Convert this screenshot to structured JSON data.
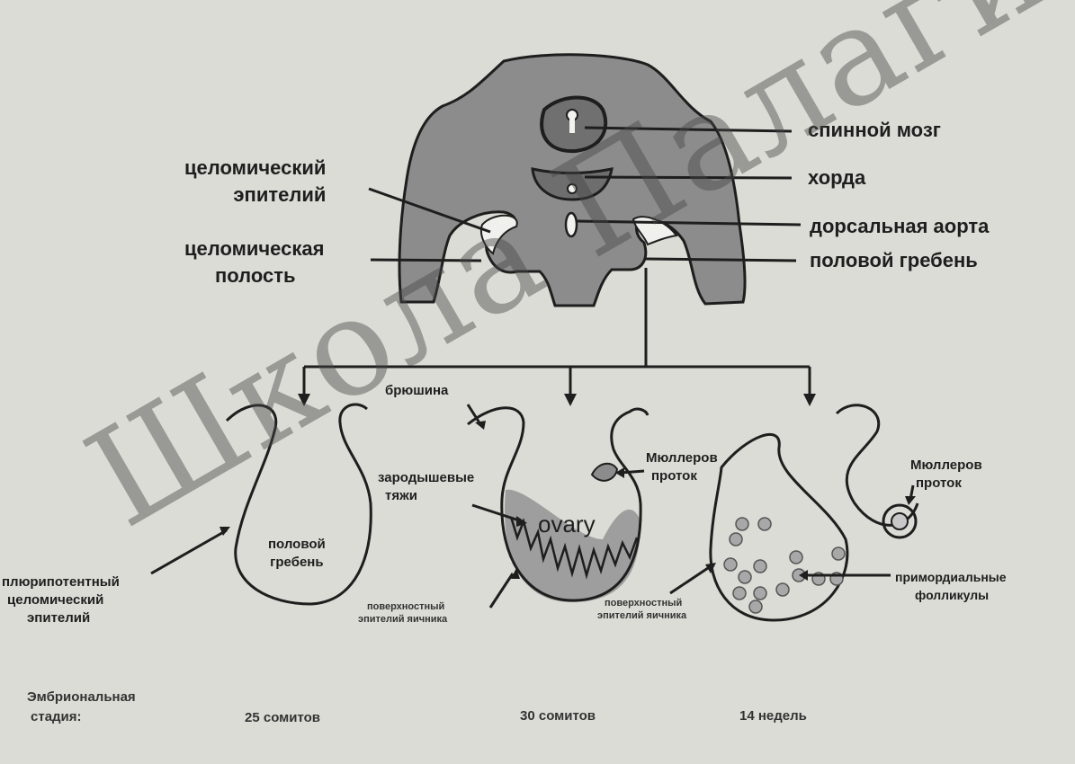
{
  "labels": {
    "spinal_cord": "спинной мозг",
    "notochord": "хорда",
    "dorsal_aorta": "дорсальная аорта",
    "genital_ridge": "половой гребень",
    "coelomic_epithelium_1": "целомический",
    "coelomic_epithelium_2": "эпителий",
    "coelomic_cavity_1": "целомическая",
    "coelomic_cavity_2": "полость",
    "peritoneum": "брюшина",
    "sex_cords_1": "зародышевые",
    "sex_cords_2": "тяжи",
    "ovary": "ovary",
    "mullerian_duct_1_1": "Мюллеров",
    "mullerian_duct_1_2": "проток",
    "mullerian_duct_2_1": "Мюллеров",
    "mullerian_duct_2_2": "проток",
    "genital_ridge_small_1": "половой",
    "genital_ridge_small_2": "гребень",
    "pluripotent_1": "плюрипотентный",
    "pluripotent_2": "целомический",
    "pluripotent_3": "эпителий",
    "surface_epithelium_1_1": "поверхностный",
    "surface_epithelium_1_2": "эпителий яичника",
    "surface_epithelium_2_1": "поверхностный",
    "surface_epithelium_2_2": "эпителий яичника",
    "primordial_follicles_1": "примордиальные",
    "primordial_follicles_2": "фолликулы"
  },
  "stages": {
    "title_1": "Эмбриональная",
    "title_2": "стадия:",
    "stage_1": "25 сомитов",
    "stage_2": "30 сомитов",
    "stage_3": "14 недель"
  },
  "watermark": "Школа Палагина",
  "colors": {
    "background": "#dcdcd6",
    "tissue": "#8c8c8c",
    "tissue_light": "#9e9e9e",
    "stroke": "#1e1e1e",
    "follicle": "#a8a8a8"
  }
}
